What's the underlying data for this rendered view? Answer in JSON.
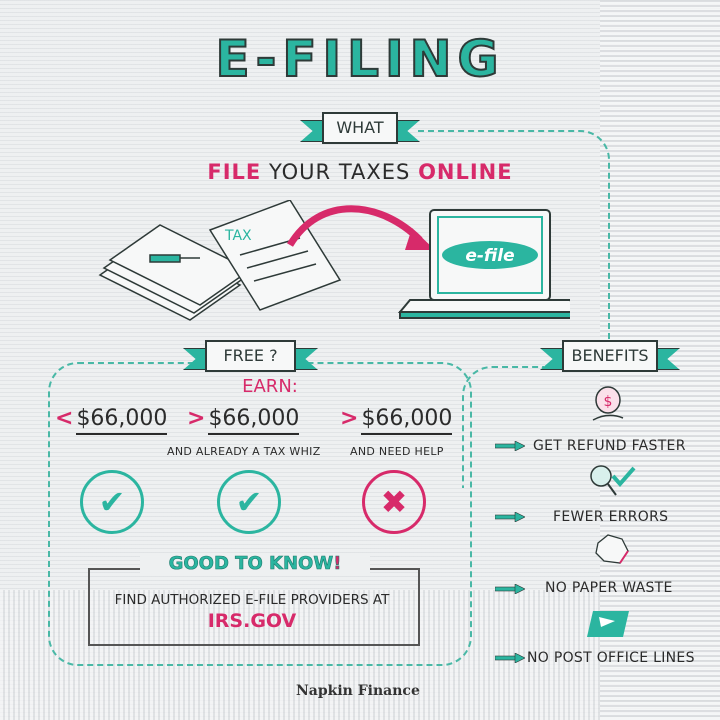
{
  "title": "E-FILING",
  "sections": {
    "what": {
      "label": "WHAT",
      "headline": {
        "part1": "FILE",
        "part2": "YOUR TAXES",
        "part3": "ONLINE"
      },
      "illustration": {
        "document_label": "TAX",
        "screen_label": "e-file"
      }
    },
    "free": {
      "label": "FREE ?",
      "earn_label": "EARN:",
      "options": [
        {
          "symbol": "<",
          "amount": "$66,000",
          "note": "",
          "result": "check-icon"
        },
        {
          "symbol": ">",
          "amount": "$66,000",
          "note": "AND ALREADY A TAX WHIZ",
          "result": "check-icon"
        },
        {
          "symbol": ">",
          "amount": "$66,000",
          "note": "AND NEED HELP",
          "result": "x-icon"
        }
      ],
      "good_to_know": {
        "title": "GOOD TO KNOW",
        "bang": "!",
        "text": "FIND AUTHORIZED E-FILE PROVIDERS AT",
        "link": "IRS.GOV"
      }
    },
    "benefits": {
      "label": "BENEFITS",
      "items": [
        {
          "label": "GET REFUND FASTER",
          "icon": "money-bag-hand-icon"
        },
        {
          "label": "FEWER ERRORS",
          "icon": "magnifier-check-icon"
        },
        {
          "label": "NO PAPER WASTE",
          "icon": "crumpled-paper-icon"
        },
        {
          "label": "NO POST OFFICE LINES",
          "icon": "postal-eagle-icon"
        }
      ]
    }
  },
  "brand": "Napkin Finance",
  "colors": {
    "teal": "#2bb5a0",
    "pink": "#d72a6a",
    "ink": "#2e3a38"
  }
}
